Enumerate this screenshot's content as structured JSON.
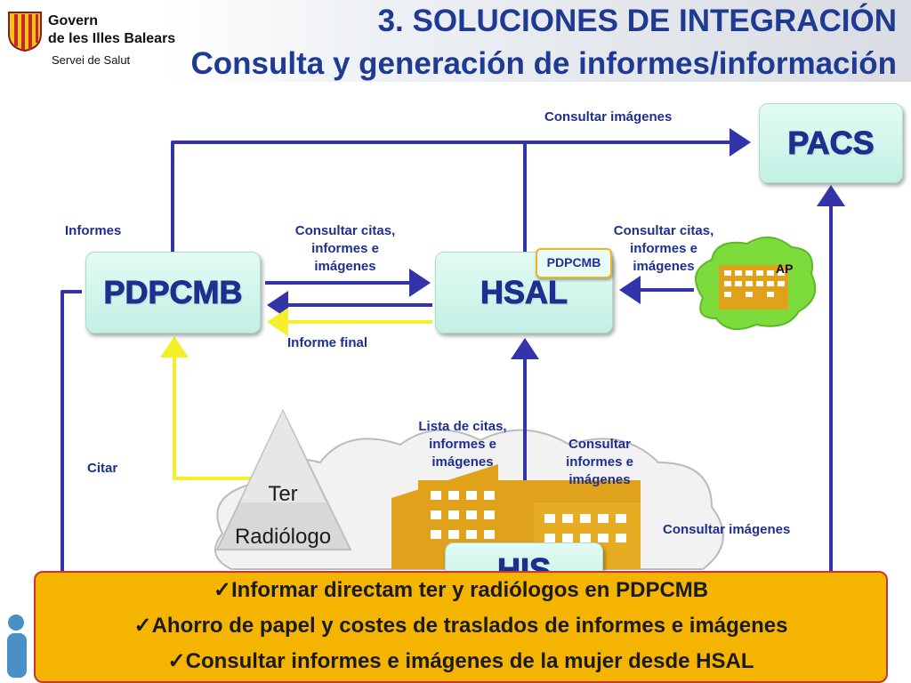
{
  "header": {
    "org_line1": "Govern",
    "org_line2": "de les Illes Balears",
    "org_line3": "Servei de Salut",
    "title_line1": "3. SOLUCIONES DE INTEGRACIÓN",
    "title_line2": "Consulta y generación de informes/información"
  },
  "nodes": {
    "pacs": "PACS",
    "pdpcmb": "PDPCMB",
    "hsal": "HSAL",
    "his": "HIS",
    "pdpcmb_tag": "PDPCMB",
    "ap": "AP",
    "ter_line1": "Ter",
    "ter_line2": "Radiólogo"
  },
  "labels": {
    "consultar_imagenes_top": "Consultar imágenes",
    "informes": "Informes",
    "consultar_citas_left": [
      "Consultar citas,",
      "informes e",
      "imágenes"
    ],
    "consultar_citas_right": [
      "Consultar citas,",
      "informes e",
      "imágenes"
    ],
    "informe_final": "Informe final",
    "lista_citas": [
      "Lista de citas,",
      "informes e",
      "imágenes"
    ],
    "consultar_informes": [
      "Consultar",
      "informes e",
      "imágenes"
    ],
    "citar": "Citar",
    "consultar_imagenes_bottom": "Consultar imágenes"
  },
  "summary": [
    "✓Informar directam ter y radiólogos en PDPCMB",
    "✓Ahorro de papel y costes de traslados de informes e imágenes",
    "✓Consultar informes e imágenes de la mujer desde HSAL"
  ],
  "colors": {
    "arrow_blue": "#3333aa",
    "arrow_yellow": "#f5f02a",
    "node_text": "#1f2f8f",
    "summary_bg": "#f4b400",
    "building": "#e0a21a",
    "cloud_green": "#7ddc3c"
  }
}
